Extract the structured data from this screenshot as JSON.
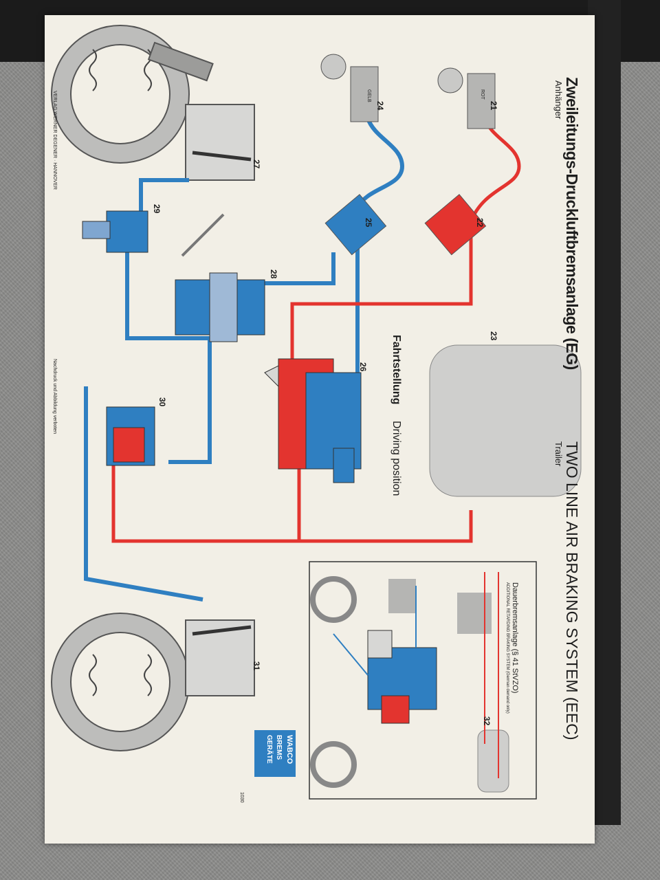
{
  "poster": {
    "title_de": "Zweileitungs-Druckluftbremsanlage (EG)",
    "title_en": "TWO LINE AIR BRAKING SYSTEM (EEC)",
    "subtitle_de": "Anhänger",
    "subtitle_en": "Trailer",
    "position_de": "Fahrtstellung",
    "position_en": "Driving position",
    "publisher": "VERLAG WERNER DEGENER · HANNOVER",
    "reprint_note": "Nachdruck und Abbildung verboten",
    "logo_line1": "WABCO",
    "logo_line2": "BREMS",
    "logo_line3": "GERÄTE",
    "code": "1030"
  },
  "components": {
    "c21": "21",
    "c21_color": "ROT",
    "c22": "22",
    "c23": "23",
    "c24": "24",
    "c24_color": "GELB",
    "c25": "25",
    "c26": "26",
    "c27": "27",
    "c28": "28",
    "c29": "29",
    "c30": "30",
    "c31": "31",
    "c32": "32"
  },
  "inset": {
    "title_de": "Dauerbremsanlage (§ 41 StVZO)",
    "title_en": "ADDITIONAL RETARDING BRAKING SYSTEM (German demand only)"
  },
  "colors": {
    "supply": "#e3342f",
    "control": "#2f7fc1",
    "grey": "#b9b9b7"
  }
}
